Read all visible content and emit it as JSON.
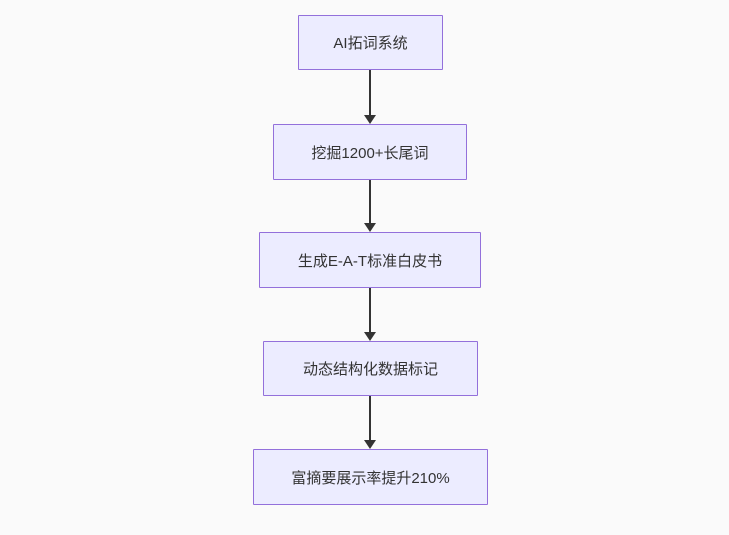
{
  "diagram": {
    "type": "flowchart-top-down",
    "colors": {
      "background": "#fafafa",
      "node_fill": "#ECECFF",
      "node_border": "#9370DB",
      "node_text": "#333333",
      "edge": "#333333"
    },
    "nodes": [
      {
        "label": "AI拓词系统"
      },
      {
        "label": "挖掘1200+长尾词"
      },
      {
        "label": "生成E-A-T标准白皮书"
      },
      {
        "label": "动态结构化数据标记"
      },
      {
        "label": "富摘要展示率提升210%"
      }
    ],
    "edges": [
      {
        "from": "AI拓词系统",
        "to": "挖掘1200+长尾词"
      },
      {
        "from": "挖掘1200+长尾词",
        "to": "生成E-A-T标准白皮书"
      },
      {
        "from": "生成E-A-T标准白皮书",
        "to": "动态结构化数据标记"
      },
      {
        "from": "动态结构化数据标记",
        "to": "富摘要展示率提升210%"
      }
    ]
  }
}
